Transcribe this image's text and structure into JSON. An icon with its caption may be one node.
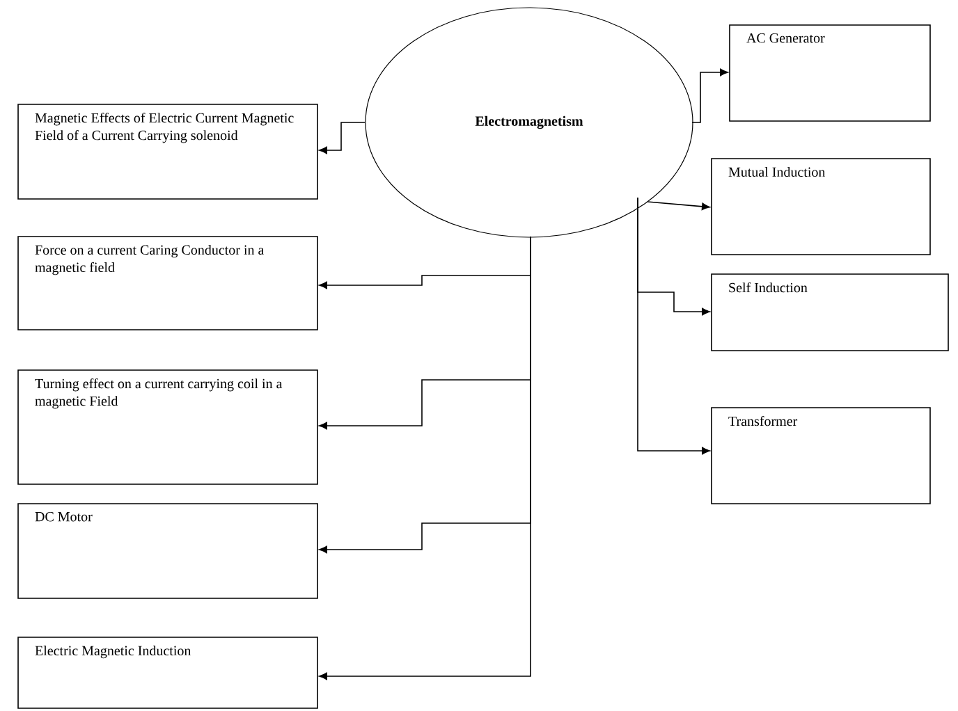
{
  "diagram": {
    "nodes": [
      {
        "text": [
          "Electromagnetism"
        ]
      },
      {
        "text": [
          "Magnetic Effects of Electric Current Magnetic Field of a Current Carrying solenoid"
        ]
      },
      {
        "text": [
          "Force on a current Caring Conductor in a magnetic field"
        ]
      },
      {
        "text": [
          "Turning effect on a current carrying coil in a magnetic Field"
        ]
      },
      {
        "text": [
          "DC Motor"
        ]
      },
      {
        "text": [
          "Electric Magnetic Induction"
        ]
      },
      {
        "text": [
          "AC Generator"
        ]
      },
      {
        "text": [
          "Mutual Induction"
        ]
      },
      {
        "text": [
          "Self Induction"
        ]
      },
      {
        "text": [
          "Transformer"
        ]
      }
    ],
    "edges": [
      {
        "from": 0,
        "to": 1,
        "arrow": "to"
      },
      {
        "from": 0,
        "to": 2,
        "arrow": "to"
      },
      {
        "from": 0,
        "to": 3,
        "arrow": "to"
      },
      {
        "from": 0,
        "to": 4,
        "arrow": "to"
      },
      {
        "from": 0,
        "to": 5,
        "arrow": "to"
      },
      {
        "from": 0,
        "to": 6,
        "arrow": "to"
      },
      {
        "from": 0,
        "to": 7,
        "arrow": "to"
      },
      {
        "from": 0,
        "to": 8,
        "arrow": "to"
      },
      {
        "from": 0,
        "to": 9,
        "arrow": "to"
      }
    ]
  }
}
